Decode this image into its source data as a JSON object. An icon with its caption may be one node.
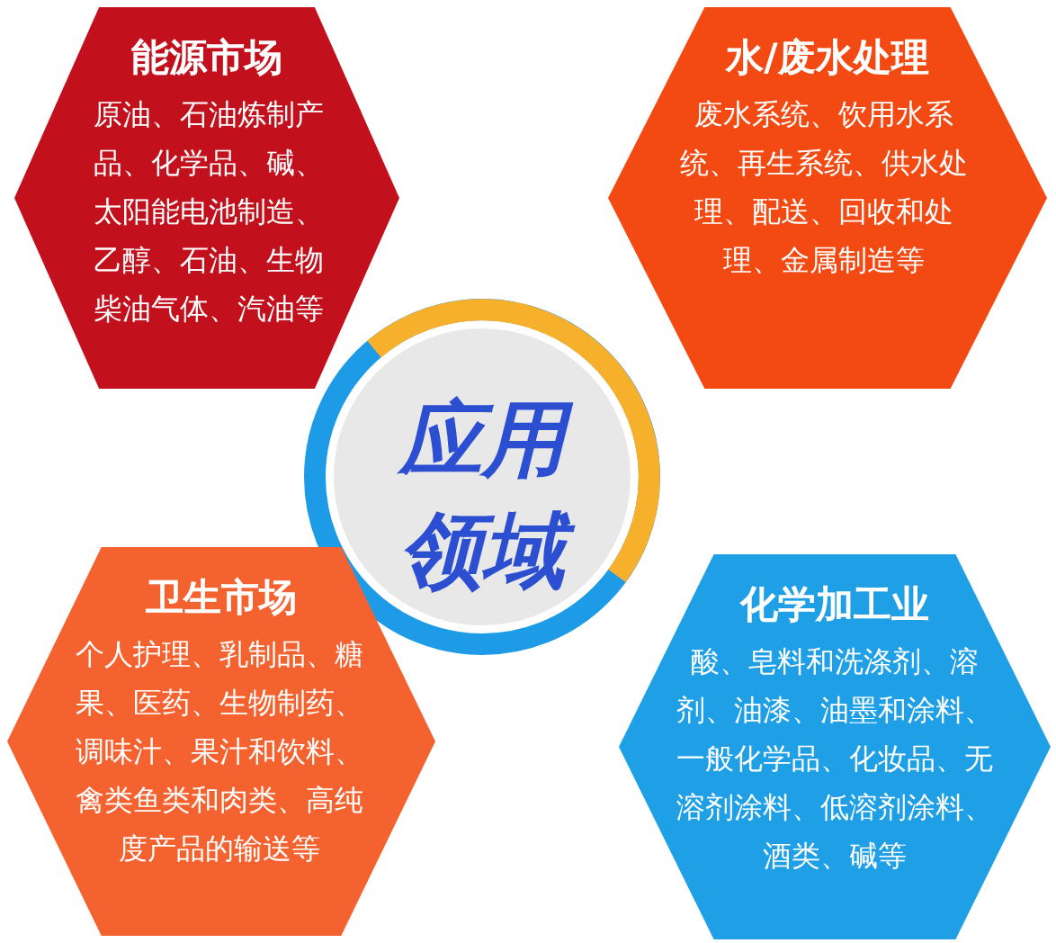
{
  "diagram": {
    "nodes": [
      {
        "text": [
          "能源市场",
          "原油、石油炼制产品、化学品、碱、太阳能电池制造、乙醇、石油、生物柴油气体、汽油等"
        ]
      },
      {
        "text": [
          "水/废水处理",
          "废水系统、饮用水系统、再生系统、供水处理、配送、回收和处理、金属制造等"
        ]
      },
      {
        "text": [
          "应用领域"
        ]
      },
      {
        "text": [
          "卫生市场",
          "个人护理、乳制品、糖果、医药、生物制药、调味汁、果汁和饮料、禽类鱼类和肉类、高纯度产品的输送等"
        ]
      },
      {
        "text": [
          "化学加工业",
          "酸、皂料和洗涤剂、溶剂、油漆、油墨和涂料、一般化学品、化妆品、无溶剂涂料、低溶剂涂料、酒类、碱等"
        ]
      }
    ],
    "edges": []
  }
}
